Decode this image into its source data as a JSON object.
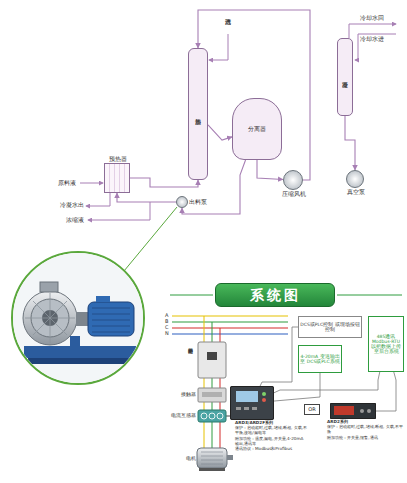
{
  "diagram": {
    "nodes": [
      {
        "text": [
          "加热器"
        ]
      },
      {
        "text": [
          "分离器"
        ]
      },
      {
        "text": [
          "冷凝器"
        ]
      },
      {
        "text": [
          "预热器"
        ]
      },
      {
        "text": [
          "压缩风机"
        ]
      },
      {
        "text": [
          "真空泵"
        ]
      },
      {
        "text": [
          "出料泵"
        ]
      },
      {
        "text": [
          "系统图"
        ]
      },
      {
        "text": [
          "DCS或PLC控制 或现场按钮控制"
        ]
      },
      {
        "text": [
          "4-20mA 变送输出至 DCS或PLC系统"
        ]
      },
      {
        "text": [
          "485通讯 Modbus-RTU 以把数据上传 至后台系统"
        ]
      },
      {
        "text": [
          "ARD3/ARD2F系列",
          "保护：启动超时,过载,堵转,断相, 欠载,不平衡,接地/漏电等",
          "附加功能：温度,漏电,开关量,4-20mA输出,通讯等",
          "通讯协议：Modbus和Profibus"
        ]
      },
      {
        "text": [
          "OR"
        ]
      },
      {
        "text": [
          "ARD2系列",
          "保护：启动超时,过载,堵转,断相, 欠载,不平衡",
          "附加功能：开关量,报警,通讯"
        ]
      }
    ],
    "edges": [
      {
        "from": 3,
        "to": 0,
        "arrow": "to"
      },
      {
        "from": 0,
        "to": 1,
        "arrow": "to"
      },
      {
        "from": 1,
        "to": 4,
        "arrow": "to"
      },
      {
        "from": 4,
        "to": 0,
        "arrow": "to"
      },
      {
        "from": 1,
        "to": 6,
        "arrow": "to"
      },
      {
        "from": 6,
        "to": 3,
        "arrow": "to"
      },
      {
        "from": 2,
        "to": 5,
        "arrow": "to"
      },
      {
        "from": 8,
        "to": 11,
        "arrow": "none"
      },
      {
        "from": 9,
        "to": 11,
        "arrow": "none"
      },
      {
        "from": 10,
        "to": 11,
        "arrow": "none"
      },
      {
        "from": 10,
        "to": 13,
        "arrow": "none"
      }
    ],
    "labels": [
      "蒸汽进",
      "冷却水回",
      "冷却水进",
      "原料液",
      "冷凝水出",
      "浓缩液",
      "A",
      "B",
      "C",
      "N",
      "塑壳断路器",
      "接触器",
      "电流互感器",
      "电机"
    ]
  }
}
